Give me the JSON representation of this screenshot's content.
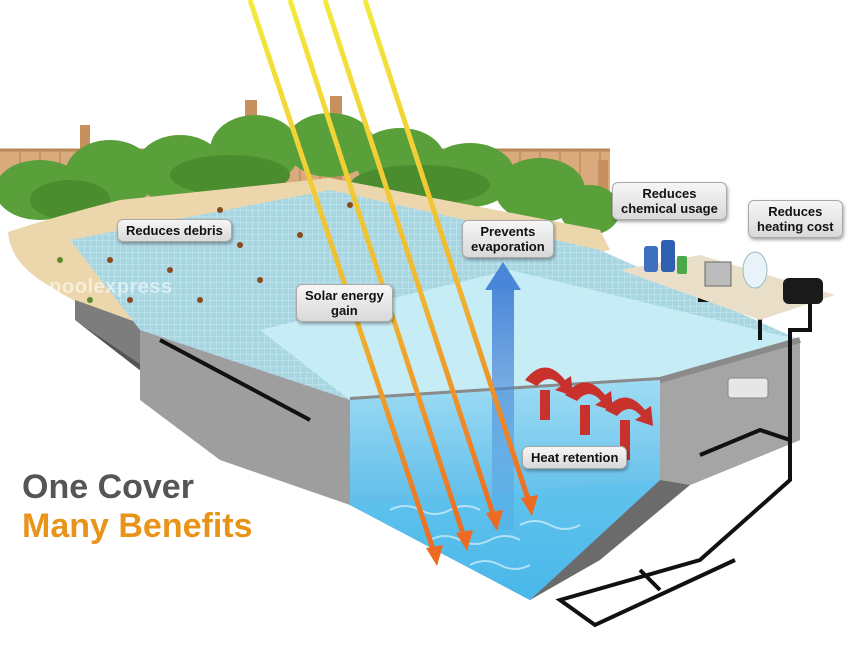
{
  "watermark": "© poolexpress",
  "headline": {
    "line1": "One Cover",
    "line2": "Many Benefits"
  },
  "labels": {
    "debris": [
      "Reduces debris"
    ],
    "solar": [
      "Solar energy",
      "gain"
    ],
    "evaporation": [
      "Prevents",
      "evaporation"
    ],
    "chemical": [
      "Reduces",
      "chemical usage"
    ],
    "heating": [
      "Reduces",
      "heating cost"
    ],
    "retention": [
      "Heat retention"
    ]
  },
  "colors": {
    "headline_primary": "#555555",
    "headline_accent": "#e8941a",
    "water": "#5cc3ef",
    "cover": "#a9dbe8",
    "heat_arrow": "#c8312c",
    "evaporation_arrow": "#4a86d8",
    "sun_ray": "#f1e33a",
    "fence": "#d5a77a",
    "hedge": "#5aa03a"
  }
}
